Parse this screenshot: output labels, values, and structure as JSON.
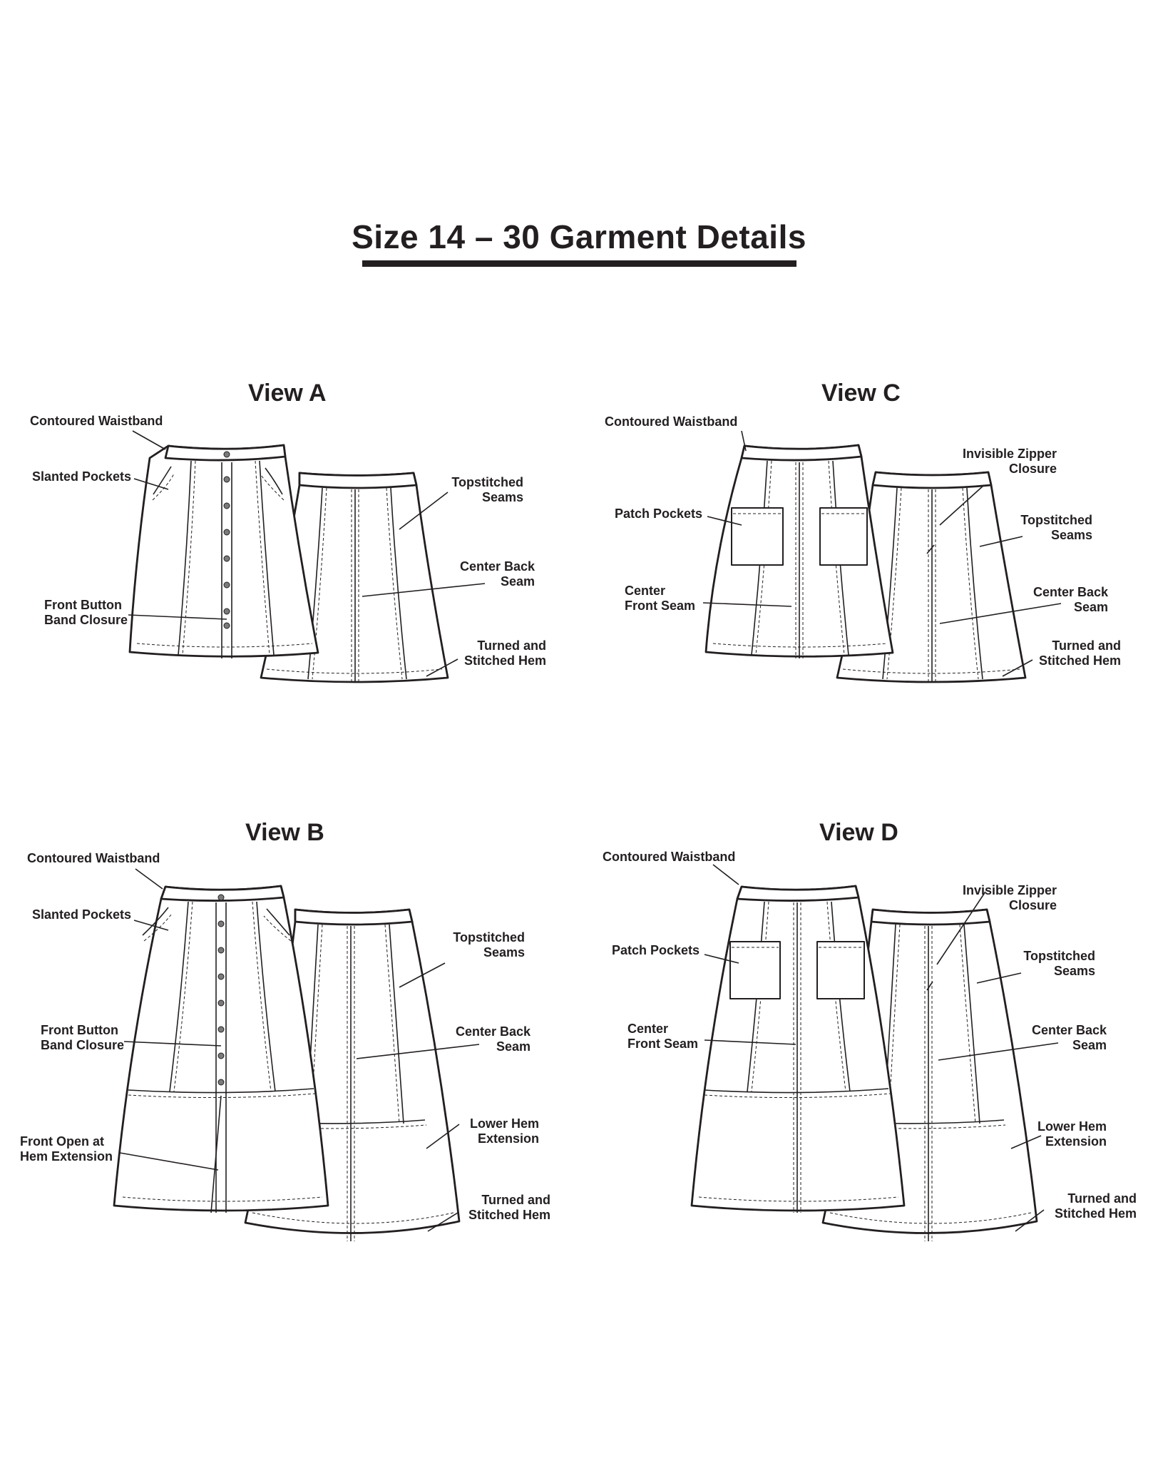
{
  "title": "Size 14 – 30 Garment Details",
  "views": {
    "a": {
      "title": "View A",
      "labels": {
        "waistband": [
          "Contoured Waistband"
        ],
        "pockets": [
          "Slanted Pockets"
        ],
        "topstitched": [
          "Topstitched",
          "Seams"
        ],
        "center_back": [
          "Center Back",
          "Seam"
        ],
        "front_button": [
          "Front Button",
          "Band Closure"
        ],
        "hem": [
          "Turned and",
          "Stitched Hem"
        ]
      }
    },
    "c": {
      "title": "View C",
      "labels": {
        "waistband": [
          "Contoured Waistband"
        ],
        "zipper": [
          "Invisible Zipper",
          "Closure"
        ],
        "pockets": [
          "Patch Pockets"
        ],
        "topstitched": [
          "Topstitched",
          "Seams"
        ],
        "center_front": [
          "Center",
          "Front Seam"
        ],
        "center_back": [
          "Center Back",
          "Seam"
        ],
        "hem": [
          "Turned and",
          "Stitched Hem"
        ]
      }
    },
    "b": {
      "title": "View B",
      "labels": {
        "waistband": [
          "Contoured Waistband"
        ],
        "pockets": [
          "Slanted Pockets"
        ],
        "topstitched": [
          "Topstitched",
          "Seams"
        ],
        "front_button": [
          "Front Button",
          "Band Closure"
        ],
        "center_back": [
          "Center Back",
          "Seam"
        ],
        "lower_hem": [
          "Lower Hem",
          "Extension"
        ],
        "front_open": [
          "Front Open at",
          "Hem Extension"
        ],
        "hem": [
          "Turned and",
          "Stitched Hem"
        ]
      }
    },
    "d": {
      "title": "View D",
      "labels": {
        "waistband": [
          "Contoured Waistband"
        ],
        "zipper": [
          "Invisible Zipper",
          "Closure"
        ],
        "pockets": [
          "Patch Pockets"
        ],
        "topstitched": [
          "Topstitched",
          "Seams"
        ],
        "center_front": [
          "Center",
          "Front Seam"
        ],
        "center_back": [
          "Center Back",
          "Seam"
        ],
        "lower_hem": [
          "Lower Hem",
          "Extension"
        ],
        "hem": [
          "Turned and",
          "Stitched Hem"
        ]
      }
    }
  }
}
